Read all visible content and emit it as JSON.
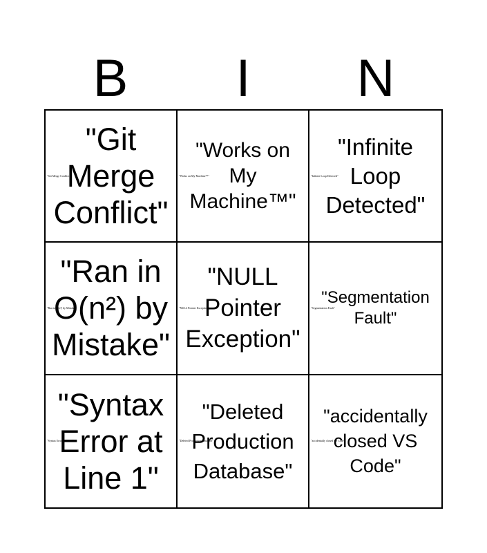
{
  "header": {
    "letters": [
      "B",
      "I",
      "N"
    ]
  },
  "cells": [
    {
      "text": "\"Git Merge Conflict\"",
      "small": "\"Git Merge Conflict\""
    },
    {
      "text": "\"Works on My Machine™\"",
      "small": "\"Works on My Machine™\""
    },
    {
      "text": "\"Infinite Loop Detected\"",
      "small": "\"Infinite Loop Detected\""
    },
    {
      "text": "\"Ran in O(n²) by Mistake\"",
      "small": "\"Ran in O(n²) by Mistake\""
    },
    {
      "text": "\"NULL Pointer Exception\"",
      "small": "\"NULL Pointer Exception\""
    },
    {
      "text": "\"Segmentation Fault\"",
      "small": "\"Segmentation Fault\""
    },
    {
      "text": "\"Syntax Error at Line 1\"",
      "small": "\"Syntax Error at Line 1\""
    },
    {
      "text": "\"Deleted Production Database\"",
      "small": "\"Deleted Production Database\""
    },
    {
      "text": "\"accidentally closed VS Code\"",
      "small": "\"accidentally closed VS Code\""
    }
  ]
}
